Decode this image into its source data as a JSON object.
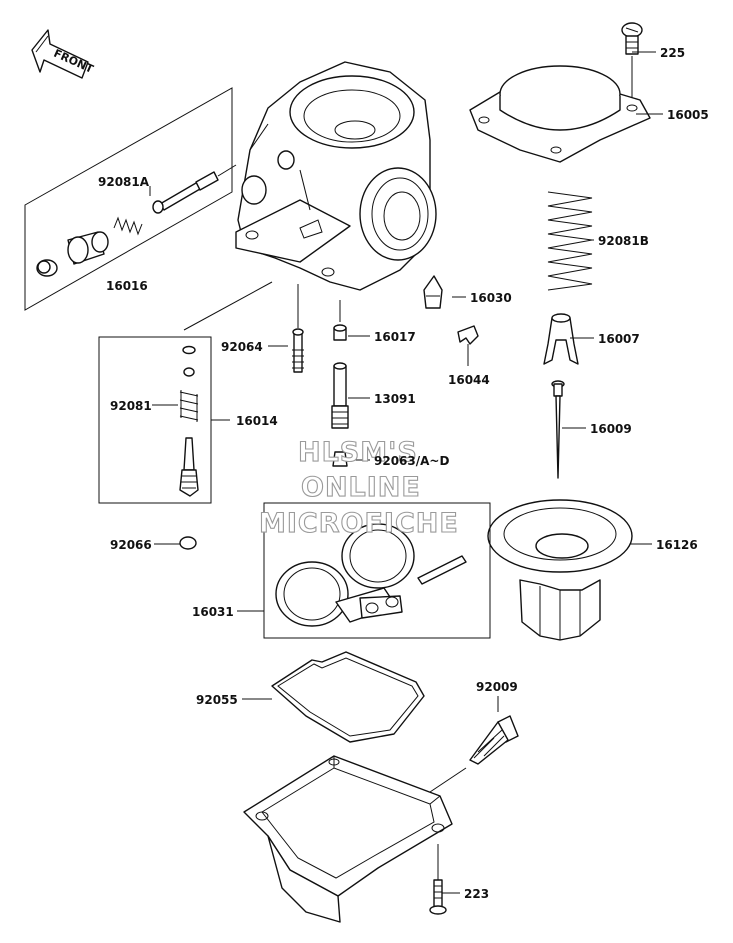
{
  "front_label": "FRONT",
  "watermark": {
    "line1": "HLSM'S",
    "line2": "ONLINE",
    "line3": "MICROFICHE"
  },
  "parts": {
    "p225": "225",
    "p16005": "16005",
    "p92081b": "92081B",
    "p16030": "16030",
    "p16007": "16007",
    "p16044": "16044",
    "p16009": "16009",
    "p16126": "16126",
    "p92081a": "92081A",
    "p16016": "16016",
    "p92064": "92064",
    "p16017": "16017",
    "p92081": "92081",
    "p16014": "16014",
    "p13091": "13091",
    "p92063": "92063/A~D",
    "p92066": "92066",
    "p16031": "16031",
    "p92055": "92055",
    "p92009": "92009",
    "p223": "223"
  }
}
